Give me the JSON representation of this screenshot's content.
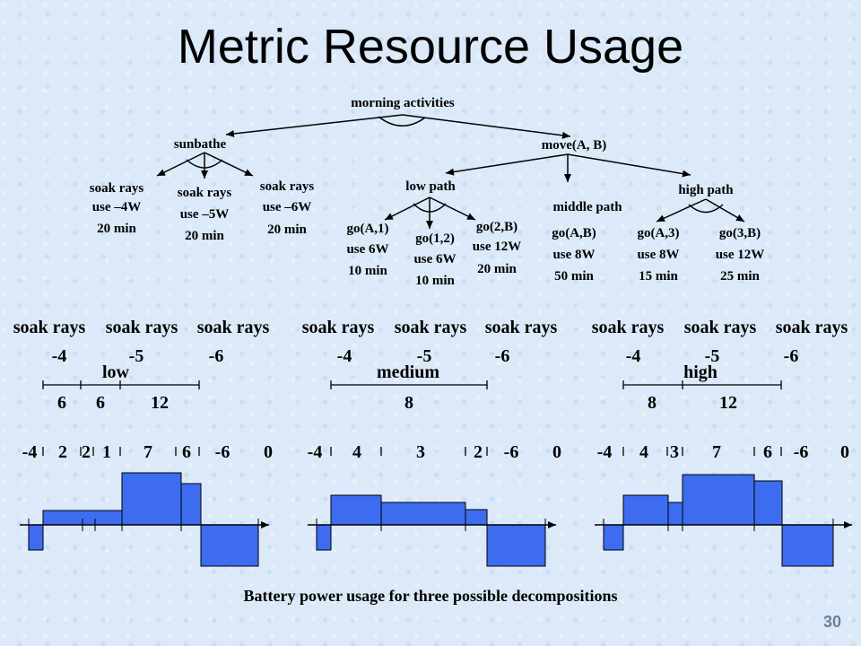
{
  "title": "Metric Resource Usage",
  "tree": {
    "root": "morning activities",
    "sunbathe": "sunbathe",
    "move": "move(A, B)",
    "soak1": [
      "soak rays",
      "use –4W",
      "20 min"
    ],
    "soak2": [
      "soak rays",
      "use –5W",
      "20 min"
    ],
    "soak3": [
      "soak rays",
      "use –6W",
      "20 min"
    ],
    "low_path": "low path",
    "middle_path": "middle path",
    "high_path": "high path",
    "goA1": [
      "go(A,1)",
      "use 6W",
      "10 min"
    ],
    "go12": [
      "go(1,2)",
      "use 6W",
      "10 min"
    ],
    "go2B": [
      "go(2,B)",
      "use 12W",
      "20 min"
    ],
    "goAB": [
      "go(A,B)",
      "use 8W",
      "50 min"
    ],
    "goA3": [
      "go(A,3)",
      "use 8W",
      "15 min"
    ],
    "go3B": [
      "go(3,B)",
      "use 12W",
      "25 min"
    ]
  },
  "panels": [
    {
      "soak_labels": [
        "soak rays",
        "soak rays",
        "soak rays"
      ],
      "soak_values": [
        "-4",
        "-5",
        "-6"
      ],
      "path_label": "low",
      "move_values": [
        "6",
        "6",
        "12"
      ],
      "axis_labels": [
        "-4",
        "2",
        "2",
        "1",
        "7",
        "6",
        "-6",
        "0"
      ]
    },
    {
      "soak_labels": [
        "soak rays",
        "soak rays",
        "soak rays"
      ],
      "soak_values": [
        "-4",
        "-5",
        "-6"
      ],
      "path_label": "medium",
      "move_values": [
        "8"
      ],
      "axis_labels": [
        "-4",
        "4",
        "3",
        "2",
        "-6",
        "0"
      ]
    },
    {
      "soak_labels": [
        "soak rays",
        "soak rays",
        "soak rays"
      ],
      "soak_values": [
        "-4",
        "-5",
        "-6"
      ],
      "path_label": "high",
      "move_values": [
        "8",
        "12"
      ],
      "axis_labels": [
        "-4",
        "4",
        "3",
        "7",
        "6",
        "-6",
        "0"
      ]
    }
  ],
  "caption": "Battery power usage for three possible decompositions",
  "page_number": "30",
  "colors": {
    "bar_fill": "#3d6cf0",
    "background": "#dbe9f8"
  }
}
